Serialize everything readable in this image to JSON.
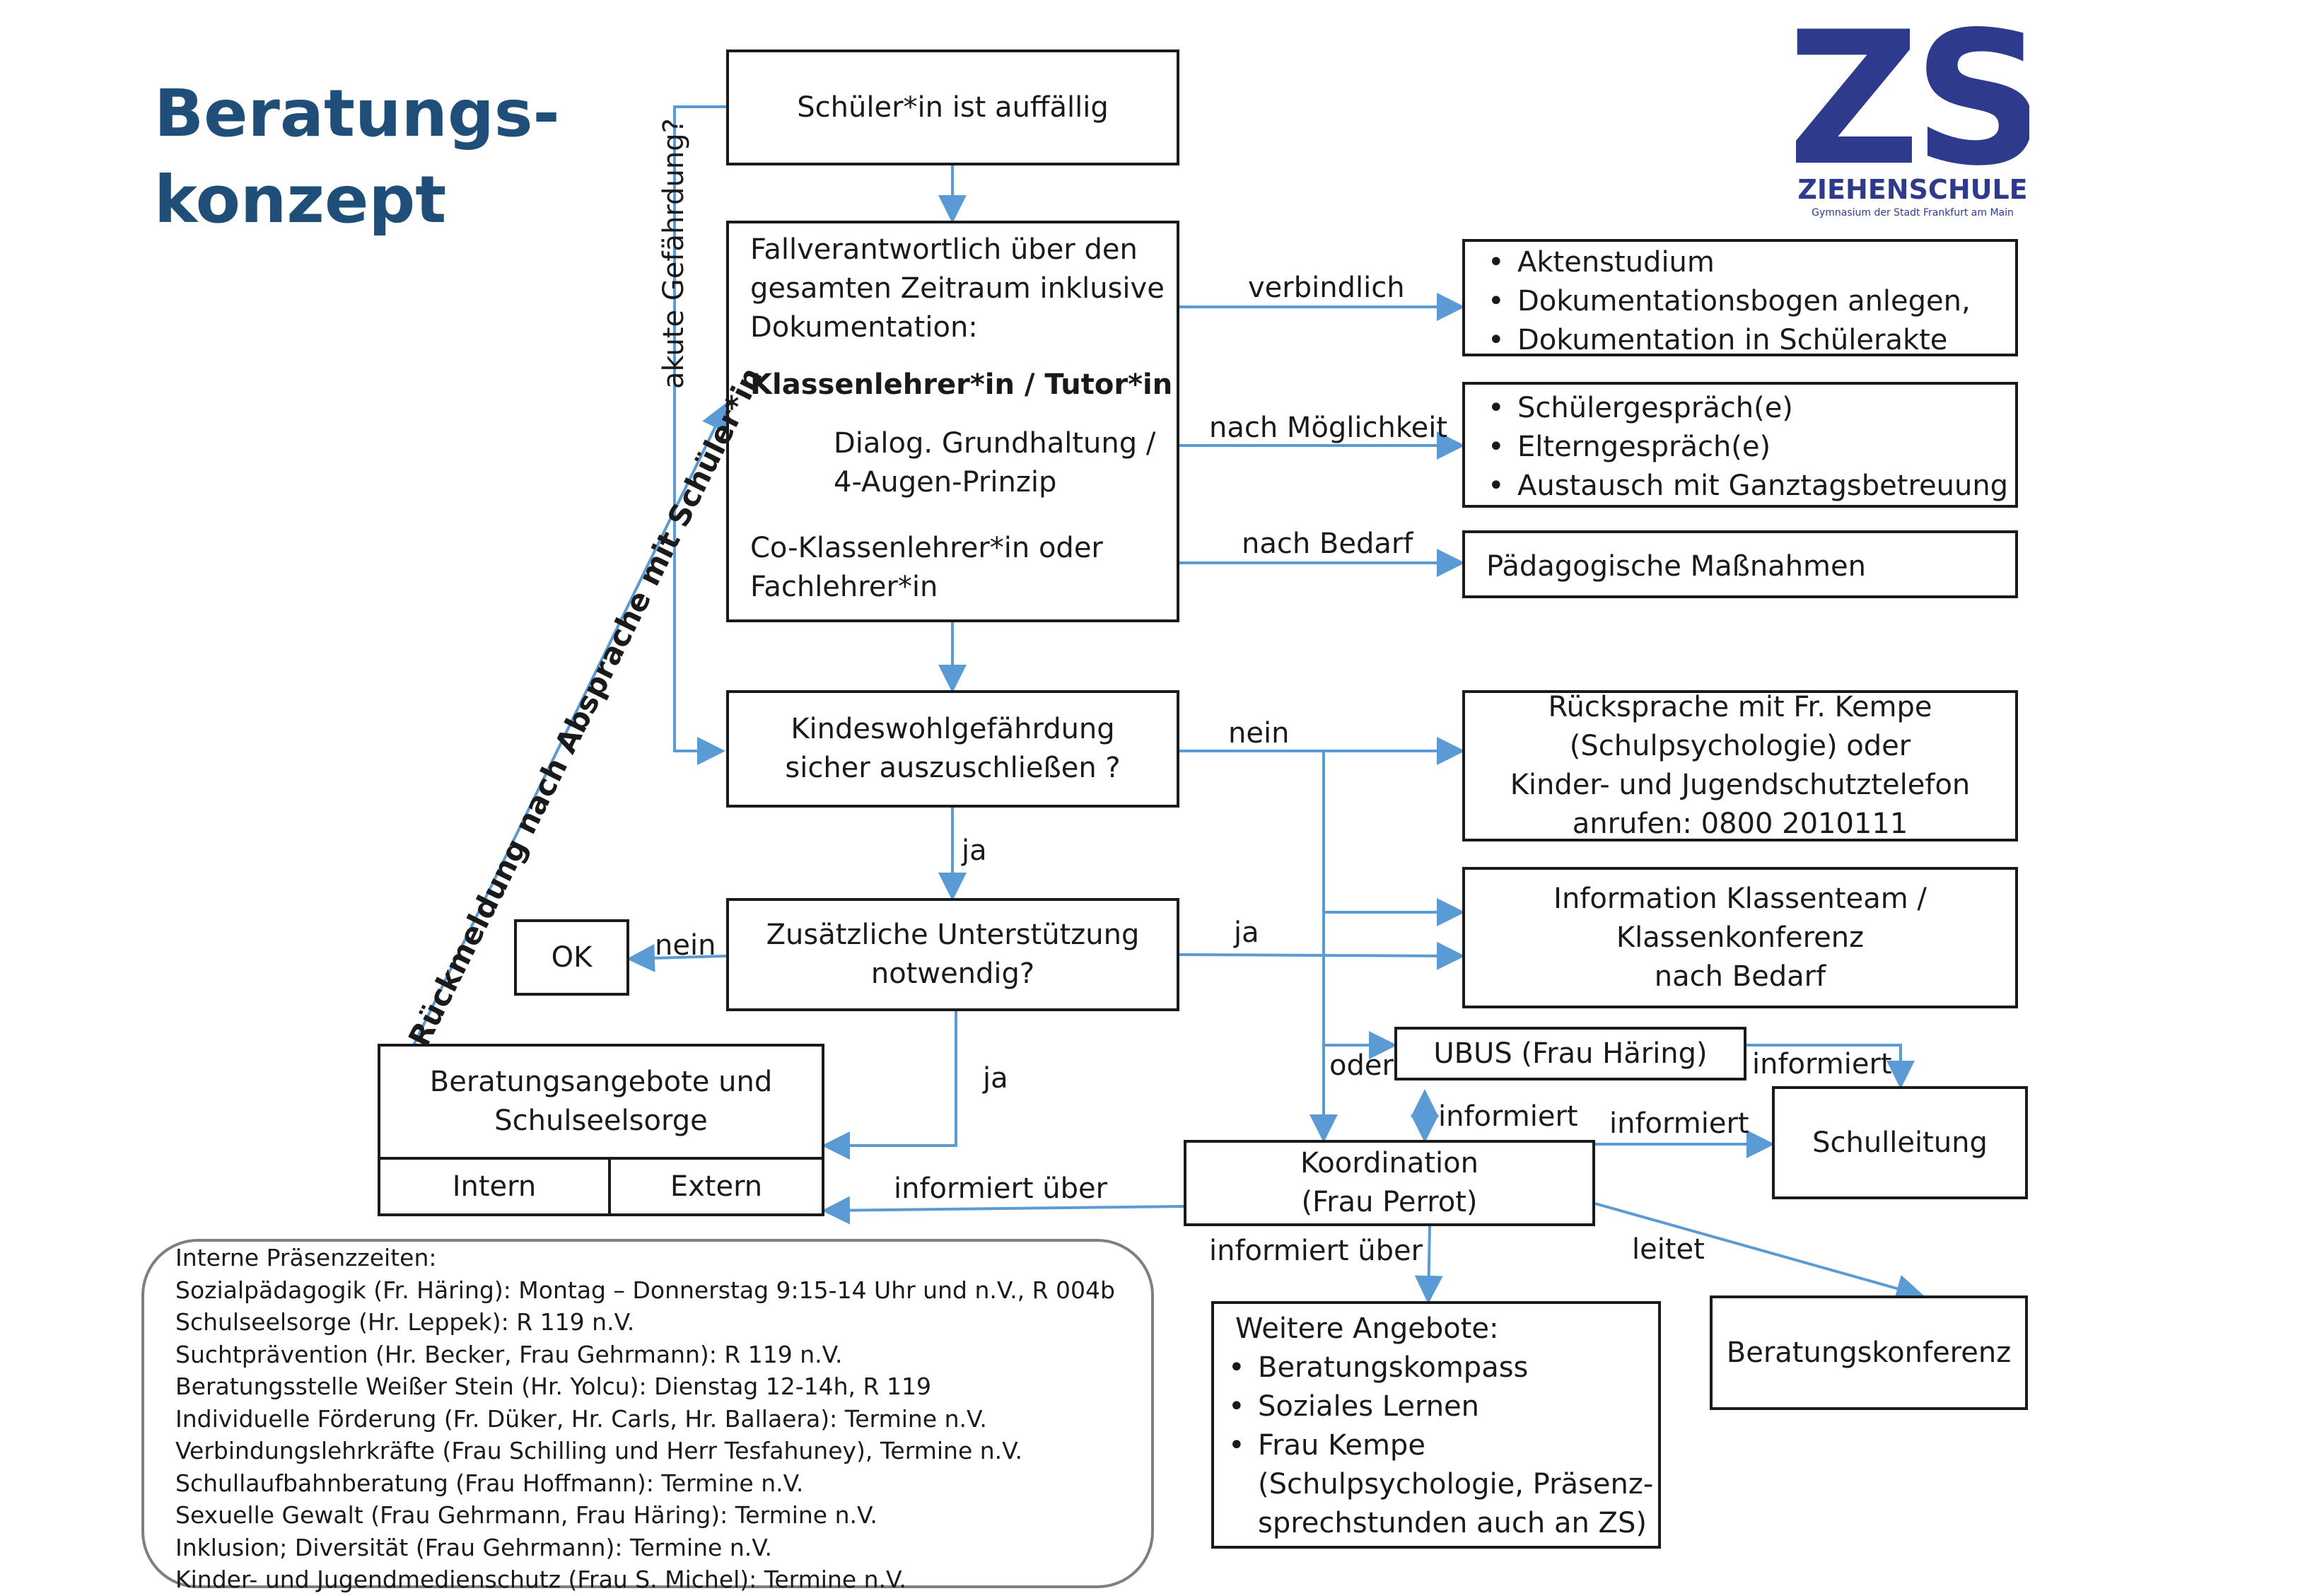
{
  "title": {
    "line1": "Beratungs-",
    "line2": "konzept"
  },
  "logo": {
    "letters": "ZS",
    "name": "ZIEHENSCHULE",
    "subtitle": "Gymnasium der Stadt Frankfurt am Main",
    "color": "#2e3a8c"
  },
  "boxes": {
    "auffaellig": "Schüler*in ist auffällig",
    "fallverantwortlich": {
      "line1": "Fallverantwortlich über den",
      "line2": "gesamten Zeitraum inklusive",
      "line3": "Dokumentation:",
      "bold": "Klassenlehrer*in / Tutor*in",
      "dialog1": "Dialog. Grundhaltung /",
      "dialog2": "4-Augen-Prinzip",
      "co1": "Co-Klassenlehrer*in oder",
      "co2": "Fachlehrer*in"
    },
    "akten": [
      "Aktenstudium",
      "Dokumentationsbogen anlegen,",
      "Dokumentation in Schülerakte"
    ],
    "gespraeche": [
      "Schülergespräch(e)",
      "Elterngespräch(e)",
      "Austausch mit Ganztagsbetreuung"
    ],
    "paedagogisch": "Pädagogische Maßnahmen",
    "kindeswohl": {
      "line1": "Kindeswohlgefährdung",
      "line2": "sicher auszuschließen ?"
    },
    "kempe": {
      "line1": "Rücksprache mit Fr. Kempe",
      "line2": "(Schulpsychologie) oder",
      "line3": "Kinder- und Jugendschutztelefon",
      "line4": "anrufen: 0800 2010111"
    },
    "information": {
      "line1": "Information Klassenteam /",
      "line2": "Klassenkonferenz",
      "line3": "nach Bedarf"
    },
    "ok": "OK",
    "zusaetzlich": {
      "line1": "Zusätzliche Unterstützung",
      "line2": "notwendig?"
    },
    "ubus": "UBUS (Frau Häring)",
    "schulleitung": "Schulleitung",
    "beratungsangebote": {
      "line1": "Beratungsangebote und",
      "line2": "Schulseelsorge",
      "intern": "Intern",
      "extern": "Extern"
    },
    "koordination": {
      "line1": "Koordination",
      "line2": "(Frau Perrot)"
    },
    "weitere": {
      "heading": "Weitere Angebote:",
      "items": [
        "Beratungskompass",
        "Soziales Lernen",
        "Frau Kempe"
      ],
      "cont1": "(Schulpsychologie, Präsenz-",
      "cont2": "sprechstunden auch an ZS)"
    },
    "beratungskonferenz": "Beratungskonferenz"
  },
  "edges": {
    "akute": "akute Gefährdung?",
    "rueckmeldung": "Rückmeldung nach Absprache mit Schüler*in",
    "verbindlich": "verbindlich",
    "moeglichkeit": "nach Möglichkeit",
    "bedarf": "nach Bedarf",
    "nein1": "nein",
    "ja1": "ja",
    "nein2": "nein",
    "ja2": "ja",
    "ja3": "ja",
    "oder": "oder",
    "informiert1": "informiert",
    "informiert2": "informiert",
    "informiert3": "informiert",
    "informiert_ueber1": "informiert über",
    "informiert_ueber2": "informiert über",
    "leitet": "leitet"
  },
  "info_panel": [
    "Interne Präsenzzeiten:",
    "Sozialpädagogik (Fr. Häring): Montag – Donnerstag 9:15-14 Uhr und n.V., R 004b",
    "Schulseelsorge (Hr. Leppek): R 119 n.V.",
    "Suchtprävention (Hr. Becker, Frau Gehrmann): R 119 n.V.",
    "Beratungsstelle Weißer Stein (Hr. Yolcu): Dienstag 12-14h, R 119",
    "Individuelle Förderung (Fr. Düker, Hr. Carls, Hr. Ballaera): Termine n.V.",
    "Verbindungslehrkräfte (Frau Schilling und Herr Tesfahuney), Termine n.V.",
    "Schullaufbahnberatung (Frau Hoffmann): Termine n.V.",
    "Sexuelle Gewalt (Frau Gehrmann, Frau Häring): Termine n.V.",
    "Inklusion; Diversität (Frau Gehrmann): Termine n.V.",
    "Kinder- und Jugendmedienschutz (Frau S. Michel): Termine n.V."
  ],
  "colors": {
    "arrow": "#5b9bd5",
    "title": "#1f4e79",
    "border": "#1a1a1a"
  }
}
